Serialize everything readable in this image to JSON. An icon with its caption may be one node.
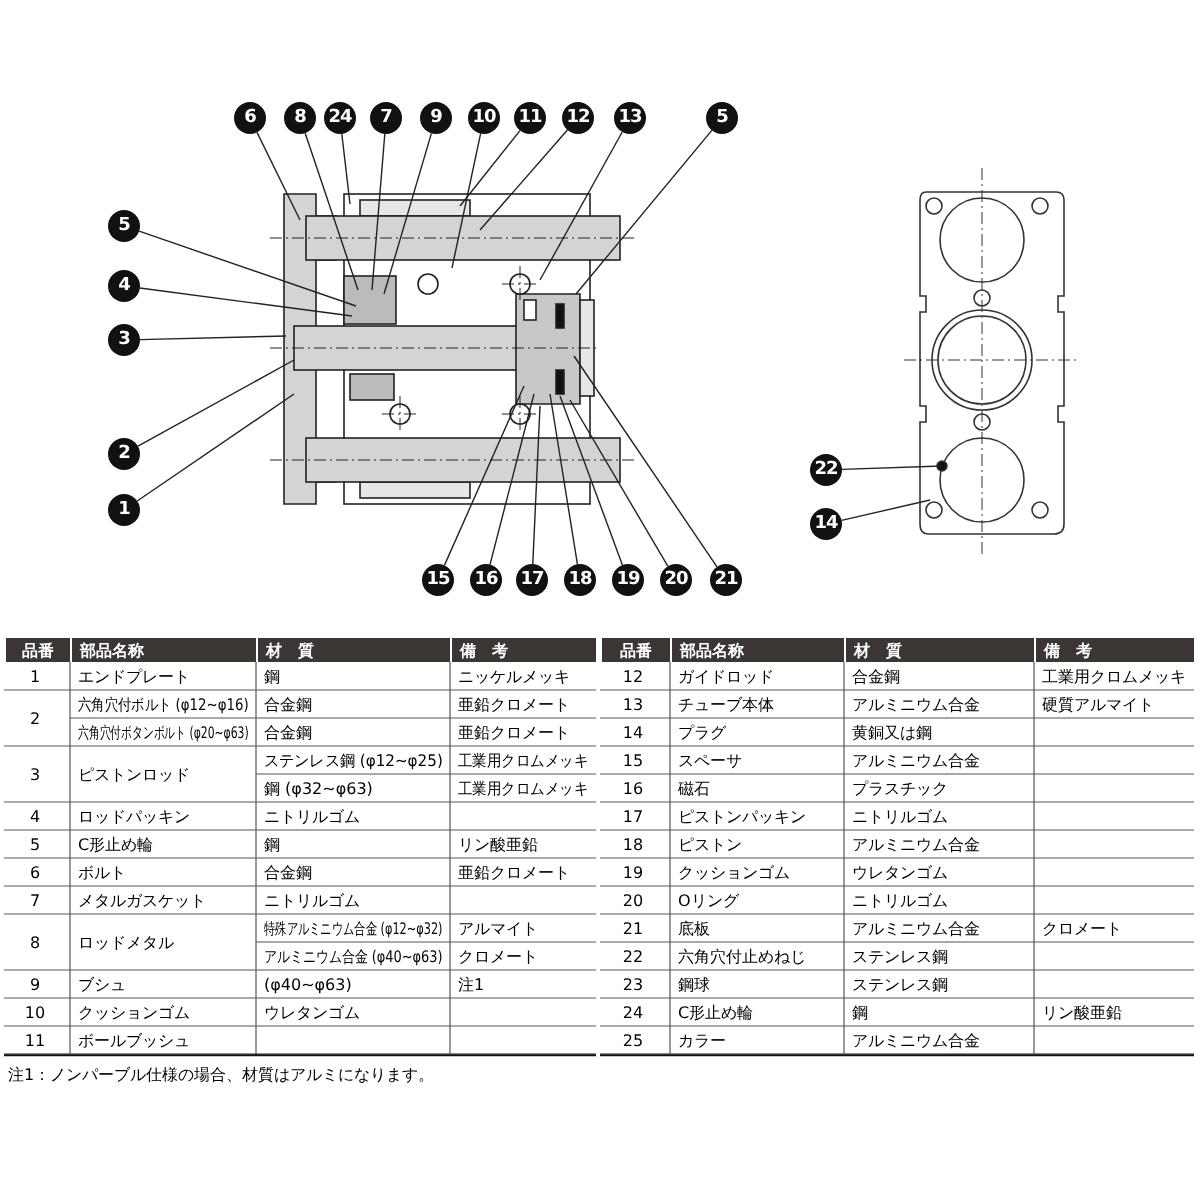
{
  "diagram": {
    "nodes": [
      {
        "text": [
          "6"
        ]
      },
      {
        "text": [
          "8"
        ]
      },
      {
        "text": [
          "24"
        ]
      },
      {
        "text": [
          "7"
        ]
      },
      {
        "text": [
          "9"
        ]
      },
      {
        "text": [
          "10"
        ]
      },
      {
        "text": [
          "11"
        ]
      },
      {
        "text": [
          "12"
        ]
      },
      {
        "text": [
          "13"
        ]
      },
      {
        "text": [
          "5"
        ]
      },
      {
        "text": [
          "5"
        ]
      },
      {
        "text": [
          "4"
        ]
      },
      {
        "text": [
          "3"
        ]
      },
      {
        "text": [
          "2"
        ]
      },
      {
        "text": [
          "1"
        ]
      },
      {
        "text": [
          "15"
        ]
      },
      {
        "text": [
          "16"
        ]
      },
      {
        "text": [
          "17"
        ]
      },
      {
        "text": [
          "18"
        ]
      },
      {
        "text": [
          "19"
        ]
      },
      {
        "text": [
          "20"
        ]
      },
      {
        "text": [
          "21"
        ]
      },
      {
        "text": [
          "22"
        ]
      },
      {
        "text": [
          "14"
        ]
      }
    ],
    "edges": [
      {
        "from": 0,
        "to": null,
        "arrow": "none"
      },
      {
        "from": 1,
        "to": null,
        "arrow": "none"
      },
      {
        "from": 2,
        "to": null,
        "arrow": "none"
      },
      {
        "from": 3,
        "to": null,
        "arrow": "none"
      },
      {
        "from": 4,
        "to": null,
        "arrow": "none"
      },
      {
        "from": 5,
        "to": null,
        "arrow": "none"
      },
      {
        "from": 6,
        "to": null,
        "arrow": "none"
      },
      {
        "from": 7,
        "to": null,
        "arrow": "none"
      },
      {
        "from": 8,
        "to": null,
        "arrow": "none"
      },
      {
        "from": 9,
        "to": null,
        "arrow": "none"
      },
      {
        "from": 10,
        "to": null,
        "arrow": "none"
      },
      {
        "from": 11,
        "to": null,
        "arrow": "none"
      },
      {
        "from": 12,
        "to": null,
        "arrow": "none"
      },
      {
        "from": 13,
        "to": null,
        "arrow": "none"
      },
      {
        "from": 14,
        "to": null,
        "arrow": "none"
      },
      {
        "from": 15,
        "to": null,
        "arrow": "none"
      },
      {
        "from": 16,
        "to": null,
        "arrow": "none"
      },
      {
        "from": 17,
        "to": null,
        "arrow": "none"
      },
      {
        "from": 18,
        "to": null,
        "arrow": "none"
      },
      {
        "from": 19,
        "to": null,
        "arrow": "none"
      },
      {
        "from": 20,
        "to": null,
        "arrow": "none"
      },
      {
        "from": 21,
        "to": null,
        "arrow": "none"
      },
      {
        "from": 22,
        "to": null,
        "arrow": "none"
      },
      {
        "from": 23,
        "to": null,
        "arrow": "none"
      }
    ],
    "labels": [
      "品番",
      "部品名称",
      "材　質",
      "備　考",
      "1",
      "エンドプレート",
      "鋼",
      "ニッケルメッキ",
      "2",
      "六角穴付ボルト (φ12~φ16)",
      "合金鋼",
      "亜鉛クロメート",
      "六角穴付ボタンボルト (φ20~φ63)",
      "合金鋼",
      "亜鉛クロメート",
      "3",
      "ピストンロッド",
      "ステンレス鋼 (φ12~φ25)",
      "工業用クロムメッキ",
      "鋼 (φ32~φ63)",
      "工業用クロムメッキ",
      "4",
      "ロッドパッキン",
      "ニトリルゴム",
      "5",
      "C形止め輪",
      "鋼",
      "リン酸亜鉛",
      "6",
      "ボルト",
      "合金鋼",
      "亜鉛クロメート",
      "7",
      "メタルガスケット",
      "ニトリルゴム",
      "8",
      "ロッドメタル",
      "特殊アルミニウム合金 (φ12~φ32)",
      "アルマイト",
      "アルミニウム合金 (φ40~φ63)",
      "クロメート",
      "9",
      "ブシュ",
      "(φ40~φ63)",
      "注1",
      "10",
      "クッションゴム",
      "ウレタンゴム",
      "11",
      "ボールブッシュ",
      "品番",
      "部品名称",
      "材　質",
      "備　考",
      "12",
      "ガイドロッド",
      "合金鋼",
      "工業用クロムメッキ",
      "13",
      "チューブ本体",
      "アルミニウム合金",
      "硬質アルマイト",
      "14",
      "プラグ",
      "黄銅又は鋼",
      "15",
      "スペーサ",
      "アルミニウム合金",
      "16",
      "磁石",
      "プラスチック",
      "17",
      "ピストンパッキン",
      "ニトリルゴム",
      "18",
      "ピストン",
      "アルミニウム合金",
      "19",
      "クッションゴム",
      "ウレタンゴム",
      "20",
      "Oリング",
      "ニトリルゴム",
      "21",
      "底板",
      "アルミニウム合金",
      "クロメート",
      "22",
      "六角穴付止めねじ",
      "ステンレス鋼",
      "23",
      "鋼球",
      "ステンレス鋼",
      "24",
      "C形止め輪",
      "鋼",
      "リン酸亜鉛",
      "25",
      "カラー",
      "アルミニウム合金",
      "注1：ノンパーブル仕様の場合、材質はアルミになります。"
    ]
  }
}
